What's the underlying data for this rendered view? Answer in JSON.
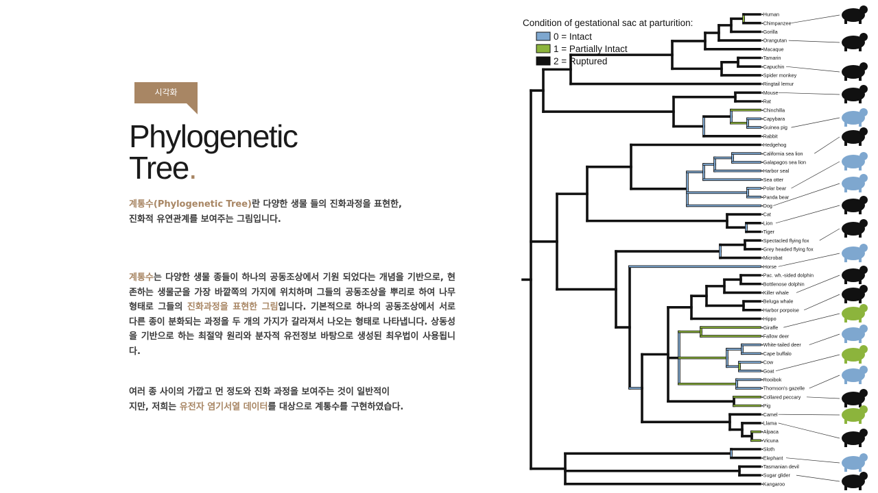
{
  "badge": "시각화",
  "title": {
    "line1": "Phylogenetic",
    "line2": "Tree",
    "dot": "."
  },
  "intro": {
    "hl": "계통수(Phylogenetic Tree)",
    "rest": "란 다양한 생물 들의 진화과정을 표현한,",
    "line2": "진화적 유연관계를 보여주는 그림입니다."
  },
  "body": {
    "hl1": "계통수",
    "t1": "는 다양한 생물 종들이 하나의 공동조상에서 기원 되었다는 개념을 기반으로, 현존하는 생물군을 가장 바깥쪽의 가지에 위치하며 그들의 공동조상을 뿌리로 하여 나무 형태로 그들의 ",
    "hl2": "진화과정을 표현한 그림",
    "t2": "입니다. 기본적으로 하나의 공동조상에서 서로 다른 종이 분화되는 과정을 두 개의 가지가 갈라져서 나오는 형태로 나타냅니다. 상동성을 기반으로 하는 최절약 원리와 분자적 유전정보 바탕으로 생성된 최우법이 사용됩니다."
  },
  "closing": {
    "t1": "여러 종 사이의 가깝고 먼 정도와 진화 과정을 보여주는 것이 일반적이",
    "t2": "지만, 저희는 ",
    "hl": "유전자 염기서열 데이터",
    "t3": "를 대상으로 계통수를 구현하였습다."
  },
  "legend": {
    "title": "Condition of gestational sac at parturition:",
    "items": [
      {
        "label": "0 = Intact",
        "color": "#7ea7cf"
      },
      {
        "label": "1 = Partially Intact",
        "color": "#8cb43c"
      },
      {
        "label": "2 = Ruptured",
        "color": "#111111"
      }
    ]
  },
  "species": [
    "Human",
    "Chimpanzee",
    "Gorilla",
    "Orangutan",
    "Macaque",
    "Tamarin",
    "Capuchin",
    "Spider monkey",
    "Ringtail lemur",
    "Mouse",
    "Rat",
    "Chinchilla",
    "Capybara",
    "Guinea pig",
    "Rabbit",
    "Hedgehog",
    "California sea lion",
    "Galapagos sea lion",
    "Harbor seal",
    "Sea otter",
    "Polar bear",
    "Panda bear",
    "Dog",
    "Cat",
    "Lion",
    "Tiger",
    "Spectacled flying fox",
    "Grey headed flying fox",
    "Microbat",
    "Horse",
    "Pac. wh.-sided dolphin",
    "Bottlenose dolphin",
    "Killer whale",
    "Beluga whale",
    "Harbor porpoise",
    "Hippo",
    "Giraffe",
    "Fallow deer",
    "White-tailed deer",
    "Cape buffalo",
    "Cow",
    "Goat",
    "Rooibok",
    "Thomson's gazelle",
    "Collared peccary",
    "Pig",
    "Camel",
    "Llama",
    "Alpaca",
    "Vicuna",
    "Sloth",
    "Elephant",
    "Tasmanian devil",
    "Sugar glider",
    "Kangaroo"
  ],
  "colors": {
    "accent": "#a88664",
    "intact": "#7ea7cf",
    "partial": "#8cb43c",
    "ruptured": "#111111"
  }
}
